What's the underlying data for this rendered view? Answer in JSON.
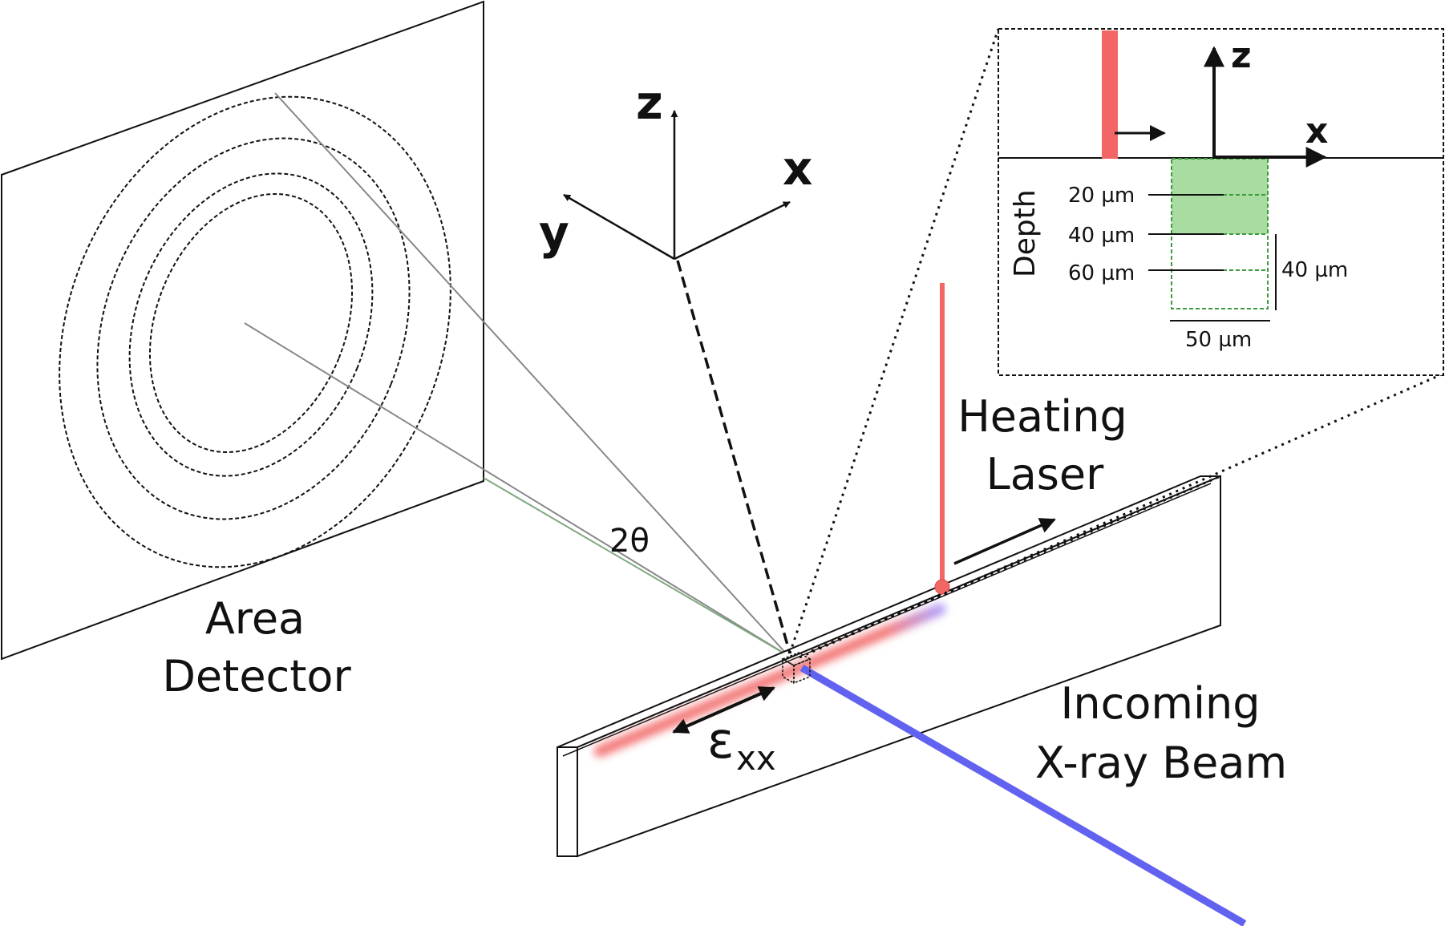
{
  "labels": {
    "detector_line1": "Area",
    "detector_line2": "Detector",
    "two_theta": "2θ",
    "laser_line1": "Heating",
    "laser_line2": "Laser",
    "xray_line1": "Incoming",
    "xray_line2": "X-ray Beam",
    "strain_symbol": "ε",
    "strain_subscript": "xx"
  },
  "axes": {
    "z": "z",
    "x": "x",
    "y": "y"
  },
  "inset": {
    "axis_z": "z",
    "axis_x": "x",
    "depth_title": "Depth",
    "depths": [
      "20 µm",
      "40 µm",
      "60 µm"
    ],
    "height_label": "40 µm",
    "width_label": "50 µm"
  },
  "colors": {
    "laser": "#f26666",
    "xray": "#6262f0",
    "green_fill": "#a8dca0",
    "green_line": "#3e9a3e",
    "diffracted": "#7fa87f"
  }
}
